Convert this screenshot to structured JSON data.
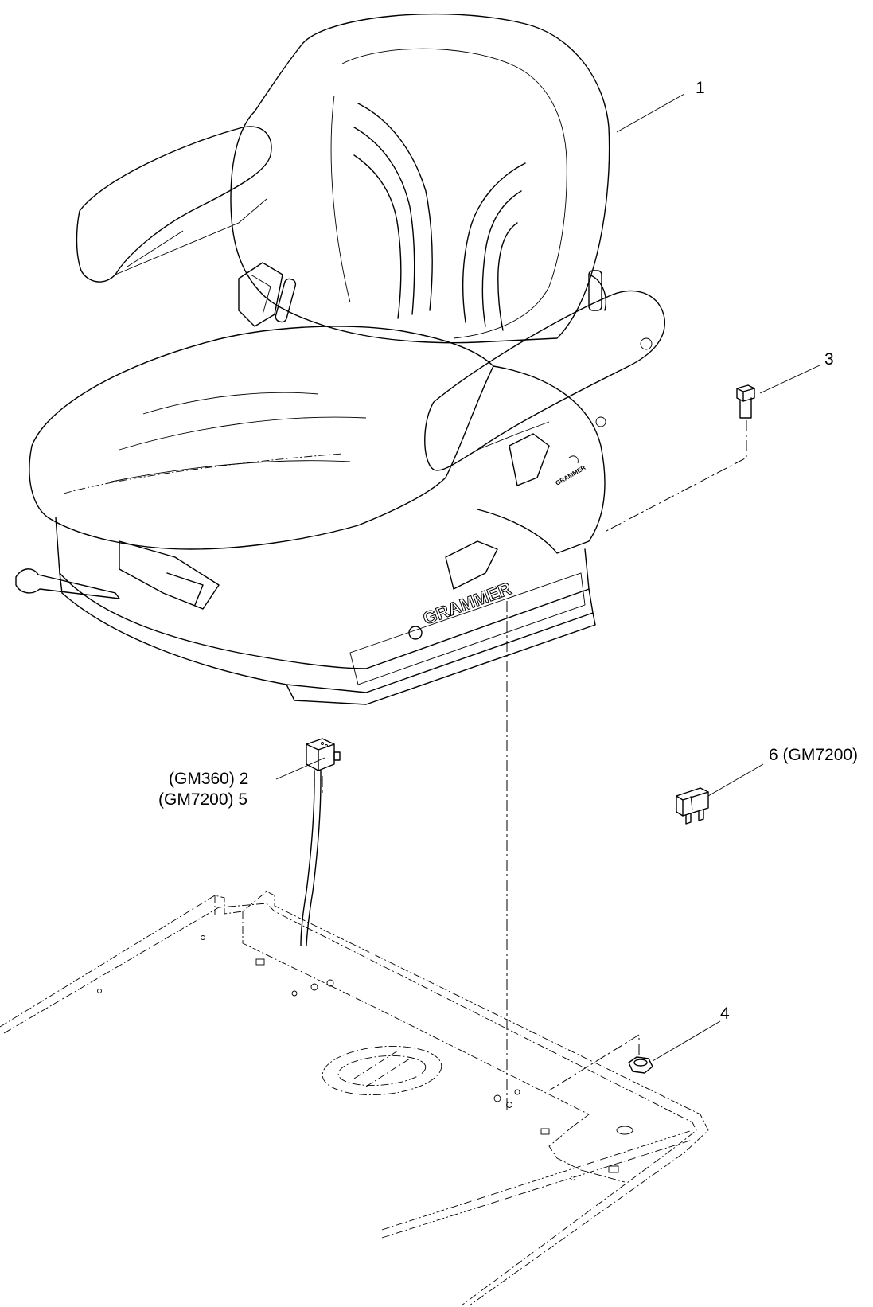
{
  "callouts": {
    "c1": "1",
    "c3": "3",
    "c2": "(GM360)  2",
    "c5": "(GM7200)  5",
    "c6": "6 (GM7200)",
    "c4": "4"
  },
  "seat_branding": {
    "brand": "GRAMMER",
    "brand_small": "GRAMMER"
  },
  "line_color": "#000000"
}
